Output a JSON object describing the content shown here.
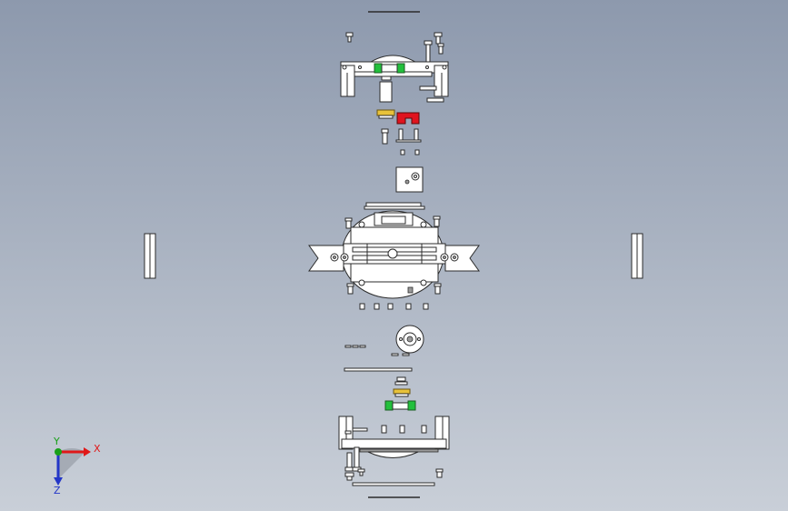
{
  "viewport": {
    "background_top": "#8d99ad",
    "background_bottom": "#c9cfd8"
  },
  "colors": {
    "part_fill": "#ffffff",
    "part_stroke": "#2b2b2b",
    "accent_green": "#22c03c",
    "accent_red": "#e0141e",
    "accent_yellow": "#e8c23a"
  },
  "triad": {
    "x_label": "X",
    "y_label": "Y",
    "z_label": "Z",
    "x_color": "#e01818",
    "y_color": "#19a019",
    "z_color": "#2336c8"
  },
  "icons": [
    "coordinate-triad-icon"
  ]
}
